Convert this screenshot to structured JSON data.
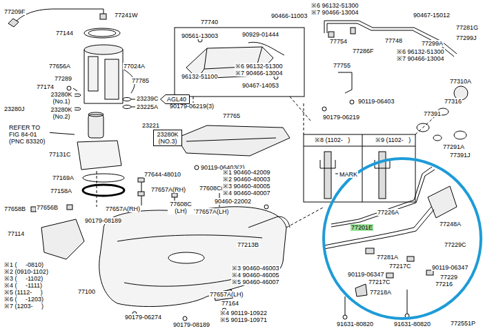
{
  "diagram": {
    "nodes": [
      {
        "text": [
          "AGL40"
        ]
      },
      {
        "text": [
          "23280K (NO.3)"
        ]
      }
    ],
    "labels": [
      "77209F",
      "77241W",
      "77144",
      "77656A",
      "77024A",
      "77289",
      "77785",
      "77174",
      "23280K (No.1)",
      "23239C",
      "23280J",
      "23280K (No.2)",
      "23225A",
      "23221",
      "REFER TO FIG 84-01 (PNC 83320)",
      "77131C",
      "77169A",
      "77158A",
      "77658B",
      "77656B",
      "77114",
      "77740",
      "90561-13003",
      "90929-01444",
      "※6 96132-51300",
      "※7 90466-13004",
      "96132-51100",
      "90467-14053",
      "90179-06219(3)",
      "77765",
      "90119-06403(2)",
      "77644-48010",
      "77657A(RH)",
      "77608C(RH)",
      "77657A(RH)",
      "77608C (LH)",
      "77657A(LH)",
      "90179-08189",
      "※1 90460-42009",
      "※2 90460-40003",
      "※3 90460-40005",
      "※4 90460-40007",
      "90460-22002",
      "77213B",
      "77100",
      "※3 90460-46003",
      "※4 90460-46005",
      "※5 90460-46007",
      "77657A(LH)",
      "77164",
      "※4 90119-10922",
      "※5 90119-10971",
      "90179-06274",
      "90179-08189",
      "※1 (     -0810)",
      "※2 (0910-1102)",
      "※3 (     -1102)",
      "※4 (     -1111)",
      "※5 (1112-     )",
      "※6 (     -1203)",
      "※7 (1203-     )",
      "※6 96132-51300",
      "※7 90466-13004",
      "90466-11003",
      "90467-15012",
      "77281G",
      "77299J",
      "77754",
      "77748",
      "77299A",
      "77286F",
      "※6 96132-51300",
      "※7 90466-13004",
      "77755",
      "77310A",
      "90119-06403",
      "77316",
      "90179-06219",
      "77391",
      "77291A",
      "77391J",
      "※8 (1102-   )",
      "※9 (1102-   )",
      "MARK",
      "77226A",
      "77248A",
      "77201E",
      "77229C",
      "77281A",
      "77217C",
      "90119-06347",
      "90119-06347",
      "77217C",
      "77229",
      "77216",
      "77218A",
      "91631-80820",
      "91631-80820",
      "772551P"
    ]
  }
}
